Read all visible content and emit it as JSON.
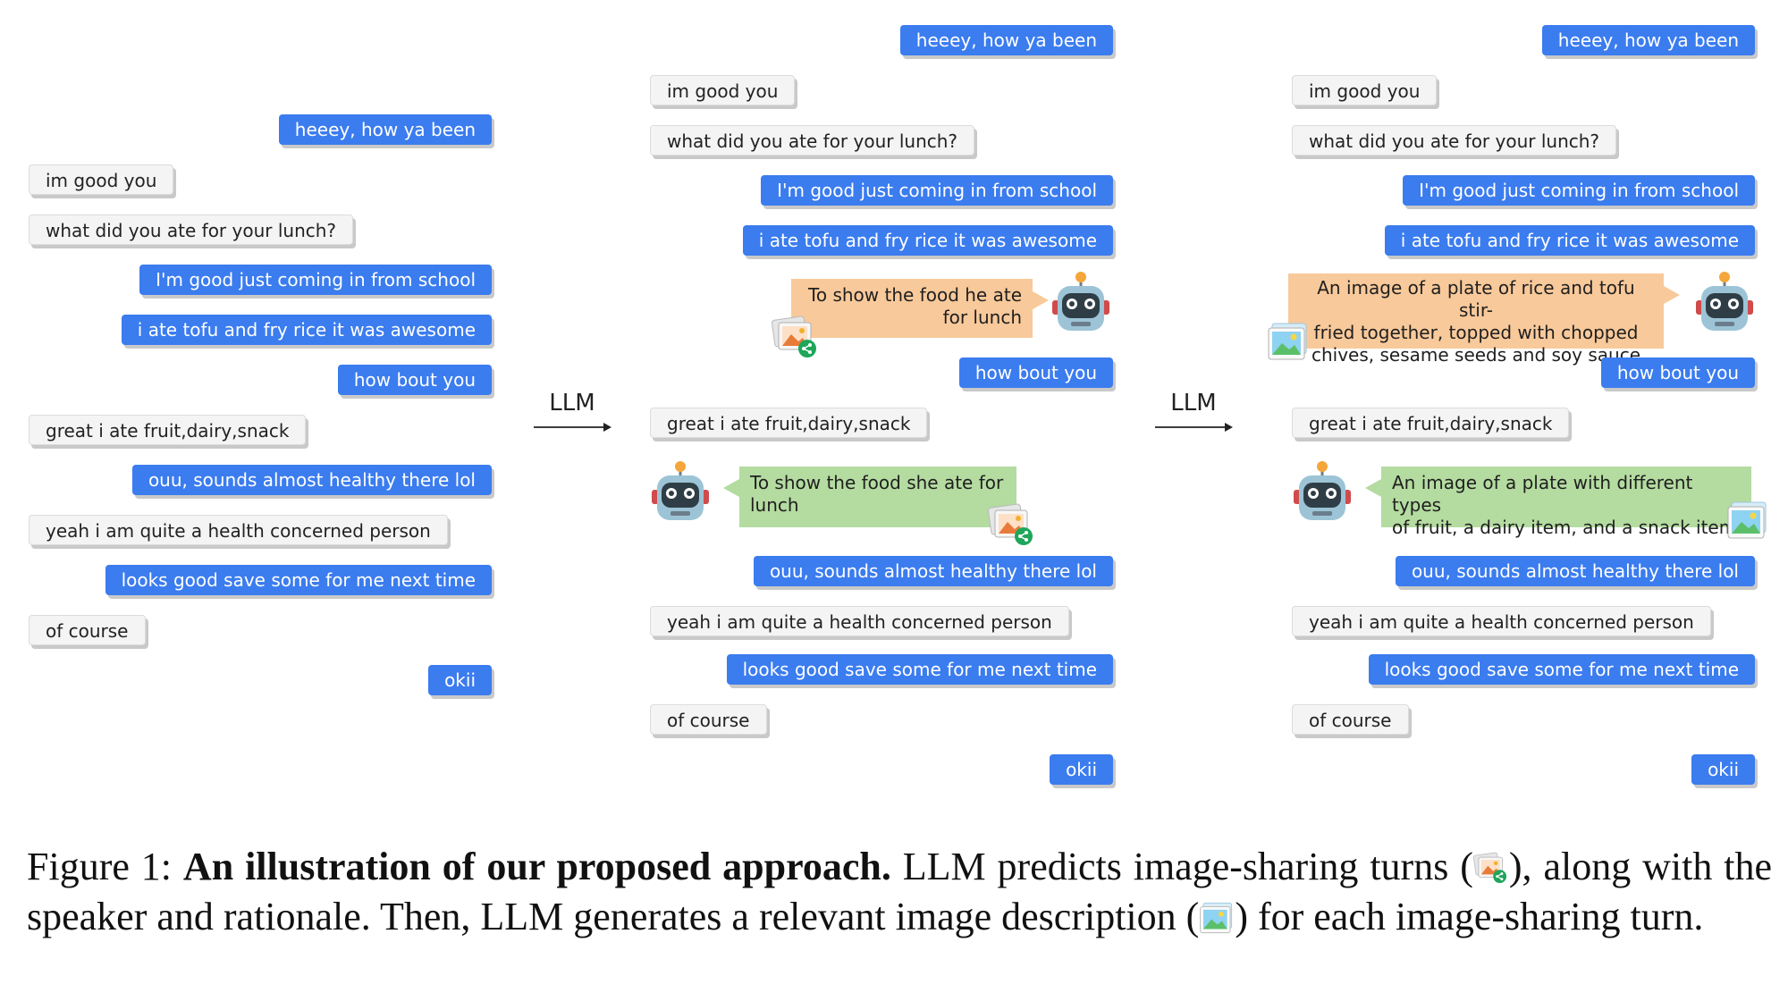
{
  "arrow_label": "LLM",
  "panels": {
    "original": {
      "messages": [
        "heeey, how ya been",
        "im good you",
        "what did you ate for your lunch?",
        "I'm good just coming in from school",
        "i ate tofu and fry rice it was awesome",
        "how bout you",
        "great i ate fruit,dairy,snack",
        "ouu, sounds almost healthy there lol",
        "yeah i am quite a health concerned person",
        "looks good save some for me next time",
        "of course",
        "okii"
      ]
    },
    "rationale": {
      "messages": [
        "heeey, how ya been",
        "im good you",
        "what did you ate for your lunch?",
        "I'm good just coming in from school",
        "i ate tofu and fry rice it was awesome",
        "how bout you",
        "great i ate fruit,dairy,snack",
        "ouu, sounds almost healthy there lol",
        "yeah i am quite a health concerned person",
        "looks good save some for me next time",
        "of course",
        "okii"
      ],
      "note_1": [
        "To show the food he ate",
        "for lunch"
      ],
      "note_2": [
        "To show the food she ate for",
        "lunch"
      ]
    },
    "description": {
      "messages": [
        "heeey, how ya been",
        "im good you",
        "what did you ate for your lunch?",
        "I'm good just coming in from school",
        "i ate tofu and fry rice it was awesome",
        "how bout you",
        "great i ate fruit,dairy,snack",
        "ouu, sounds almost healthy there lol",
        "yeah i am quite a health concerned person",
        "looks good save some for me next time",
        "of course",
        "okii"
      ],
      "note_1": [
        "An image of a plate of rice and tofu stir-",
        "fried together, topped with chopped",
        "chives, sesame seeds and soy sauce"
      ],
      "note_2": [
        "An image of a plate with different types",
        "of fruit, a dairy item, and a snack item"
      ]
    }
  },
  "caption": {
    "prefix": "Figure 1: ",
    "bold": "An illustration of our proposed approach.",
    "part1": " LLM predicts image-sharing turns (",
    "part2": "), along with the speaker and rationale.  Then, LLM generates a relevant image description (",
    "part3": ") for each image-sharing turn."
  },
  "colors": {
    "user_bubble": "#3b7cef",
    "partner_bubble": "#f4f4f4",
    "rationale_speaker_a": "#f8c99a",
    "rationale_speaker_b": "#b4dba0"
  },
  "icons": [
    "robot-icon",
    "image-share-icon",
    "image-icon",
    "arrow-right-icon"
  ]
}
